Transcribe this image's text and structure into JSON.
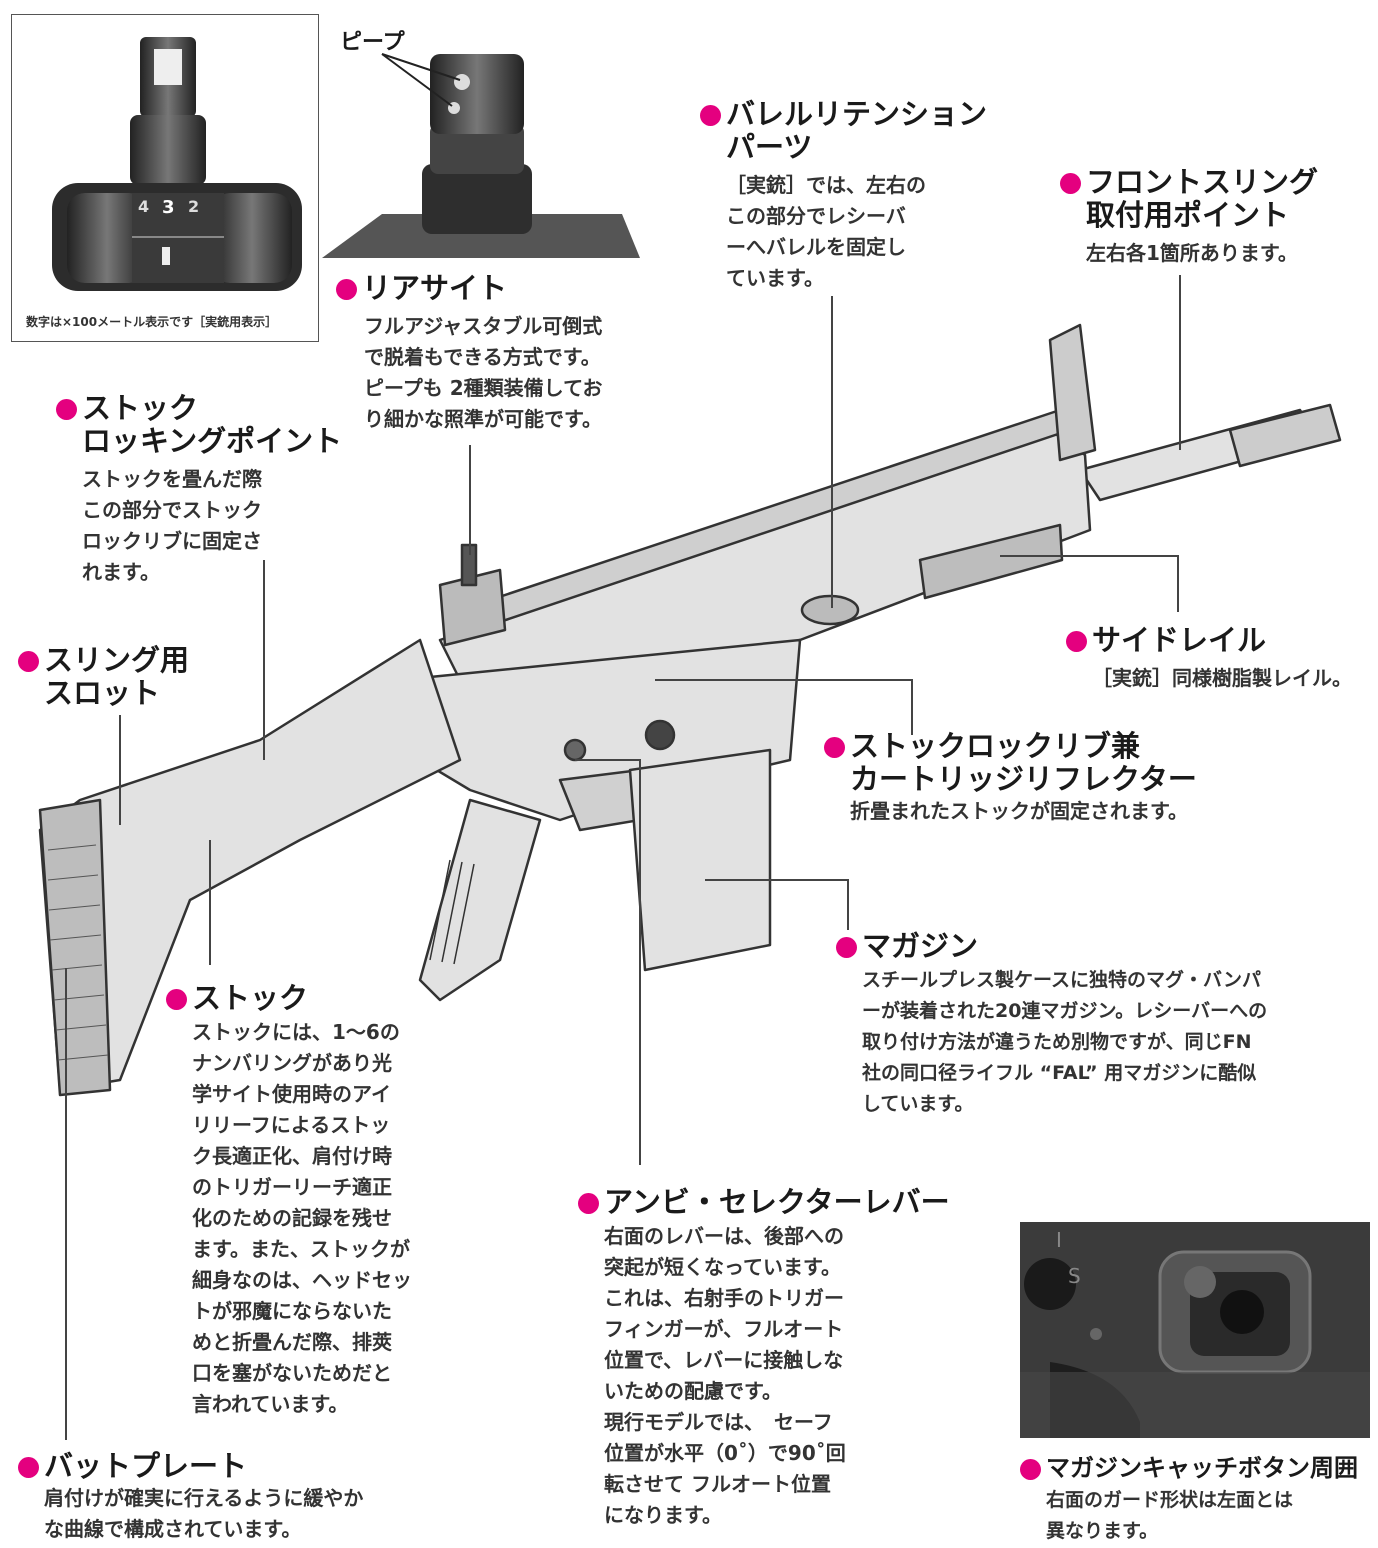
{
  "colors": {
    "bullet": "#e4007f",
    "line": "#444444",
    "rifle": "#e2e2e2",
    "rifle_stroke": "#333333",
    "inset_dark": "#3a3a3a"
  },
  "insets": {
    "rear_sight_drum": {
      "caption": "数字は×100メートル表示です［実銃用表示］",
      "drum_numbers": [
        "4",
        "3",
        "2"
      ]
    },
    "peep_closeup": {
      "label": "ピープ"
    },
    "mag_catch_photo": {
      "selector_marks": [
        "I",
        "S"
      ]
    }
  },
  "callouts": {
    "barrel_retention": {
      "title": "バレルリテンション\nパーツ",
      "desc": "［実銃］では、左右の\nこの部分でレシーバ\nーへバレルを固定し\nています。"
    },
    "front_sling": {
      "title": "フロントスリング\n取付用ポイント",
      "desc": "左右各1箇所あります。"
    },
    "rear_sight": {
      "title": "リアサイト",
      "desc": "フルアジャスタブル可倒式\nで脱着もできる方式です。\nピープも 2種類装備してお\nり細かな照準が可能です。"
    },
    "stock_locking_point": {
      "title": "ストック\nロッキングポイント",
      "desc": "ストックを畳んだ際\nこの部分でストック\nロックリブに固定さ\nれます。"
    },
    "sling_slot": {
      "title": "スリング用\nスロット",
      "desc": ""
    },
    "side_rail": {
      "title": "サイドレイル",
      "desc": "［実銃］同様樹脂製レイル。"
    },
    "stock_lock_rib": {
      "title": "ストックロックリブ兼\nカートリッジリフレクター",
      "desc": "折畳まれたストックが固定されます。"
    },
    "magazine": {
      "title": "マガジン",
      "desc": "スチールプレス製ケースに独特のマグ・バンパ\nーが装着された20連マガジン。レシーバーへの\n取り付け方法が違うため別物ですが、同じFN\n社の同口径ライフル “FAL” 用マガジンに酷似\nしています。"
    },
    "stock": {
      "title": "ストック",
      "desc": "ストックには、1～6の\nナンバリングがあり光\n学サイト使用時のアイ\nリリーフによるストッ\nク長適正化、肩付け時\nのトリガーリーチ適正\n化のための記録を残せ\nます。また、ストックが\n細身なのは、ヘッドセッ\nトが邪魔にならないた\nめと折畳んだ際、排莢\n口を塞がないためだと\n言われています。"
    },
    "ambi_selector": {
      "title": "アンビ・セレクターレバー",
      "desc": "右面のレバーは、後部への\n突起が短くなっています。\nこれは、右射手のトリガー\nフィンガーが、フルオート\n位置で、レバーに接触しな\nいための配慮です。\n現行モデルでは、　セーフ\n位置が水平（0˚）で90˚回\n転させて フルオート位置\nになります。"
    },
    "butt_plate": {
      "title": "バットプレート",
      "desc": "肩付けが確実に行えるように緩やか\nな曲線で構成されています。"
    },
    "mag_catch": {
      "title": "マガジンキャッチボタン周囲",
      "desc": "右面のガード形状は左面とは\n異なります。"
    }
  }
}
